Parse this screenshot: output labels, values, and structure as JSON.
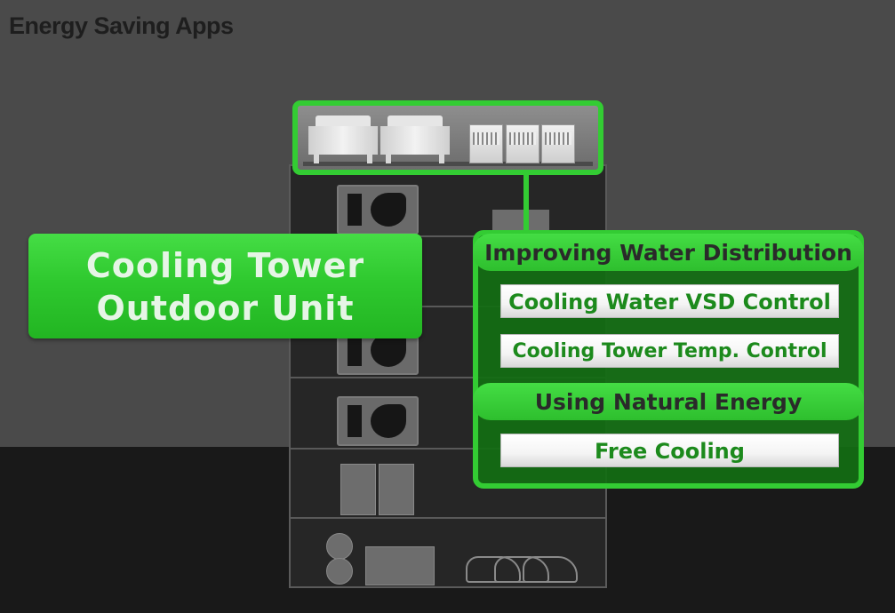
{
  "page": {
    "title": "Energy Saving Apps"
  },
  "building_label": {
    "line1": "Cooling Tower",
    "line2": "Outdoor Unit"
  },
  "sections": [
    {
      "header": "Improving Water Distribution",
      "items": [
        "Cooling Water VSD Control",
        "Cooling Tower Temp. Control"
      ]
    },
    {
      "header": "Using Natural Energy",
      "items": [
        "Free Cooling"
      ]
    }
  ],
  "colors": {
    "accent": "#33cc33",
    "button_text": "#1c8a1c",
    "panel_bg": "#126e12",
    "background": "#4a4a4a"
  }
}
